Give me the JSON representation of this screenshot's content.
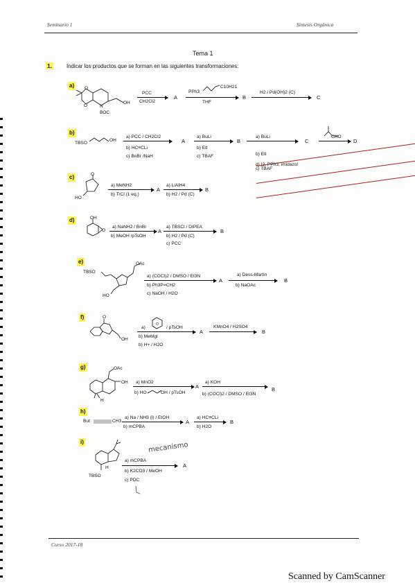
{
  "header": {
    "left": "Seminario 1",
    "right": "Síntesis Orgánica"
  },
  "topic": "Tema 1",
  "question": {
    "number": "1.",
    "text": "Indicar los productos que se forman en las siguientes transformaciones:"
  },
  "items": {
    "a": {
      "label": "a)",
      "atoms": {
        "boc": "BOC",
        "n": "N",
        "oh": "OH",
        "o1": "O",
        "o2": "O"
      },
      "s1": {
        "top": "PCC",
        "bottom": "CH2Cl2"
      },
      "l1": "A",
      "s2": {
        "top": "PPh3",
        "chain": "C10H21",
        "bottom": "THF"
      },
      "l2": "B",
      "s3": {
        "top": "H2 / Pd(OH)2 (C)"
      },
      "l3": "C"
    },
    "b": {
      "label": "b)",
      "start": "TBSO",
      "start_oh": "OH",
      "s1": [
        "a) PCC / CH2Cl2",
        "b) HC≡CLi",
        "c) BnBr /NaH"
      ],
      "l1": "A",
      "s2": [
        "a) BuLi",
        "b) EtI",
        "c) TBAF"
      ],
      "l2": "B",
      "s3": [
        "a) BuLi",
        "b) EtI",
        "c) TBAF",
        "d) I2, PPh3, imidazol"
      ],
      "l3": "C",
      "s4": "CHO",
      "l4": "D"
    },
    "c": {
      "label": "c)",
      "atoms": {
        "o": "O",
        "ho": "HO"
      },
      "s1": {
        "top": "a) MeNH2",
        "bottom": "b) TrCl (1 eq.)"
      },
      "l1": "A",
      "s2": {
        "top": "a) LiAlH4",
        "bottom": "b) H2 / Pd (C)"
      },
      "l2": "B"
    },
    "d": {
      "label": "d)",
      "atoms": {
        "oh": "OH",
        "o": "O"
      },
      "s1": {
        "top": "a) NaNH2 / BnBr",
        "bottom": "b) MeOH /pTsOH"
      },
      "l1": "A",
      "s2": [
        "a) TBSCl / DIPEA",
        "b) H2 / Pd (C)",
        "c) PCC"
      ],
      "l2": "B"
    },
    "e": {
      "label": "e)",
      "atoms": {
        "tbso": "TBSO",
        "oac": "OAc",
        "ho": "HO"
      },
      "s1": [
        "a) (COCl)2 / DMSO / Et3N",
        "b) Ph3P=CH2",
        "c) NaOH / H2O"
      ],
      "l1": "A",
      "s2": {
        "top": "a) Dess-Martin",
        "bottom": "b) NaOAc"
      },
      "l2": "B"
    },
    "f": {
      "label": "f)",
      "atoms": {
        "o": "O",
        "oh": "OH"
      },
      "s1": [
        "a)",
        "/ pTsOH",
        "b) MeMgI",
        "b) H+ / H2O"
      ],
      "l1": "A",
      "s2": {
        "top": "KMnO4 / H2SO4"
      },
      "l2": "B"
    },
    "g": {
      "label": "g)",
      "atoms": {
        "oac": "OAc",
        "oh": "OH",
        "h": "H"
      },
      "s1": {
        "top": "a) MnO2",
        "bottom": "b) HO",
        "bottom2": "OH / pTsOH"
      },
      "l1": "A",
      "s2": {
        "top": "a) KOH",
        "bottom": "b) (COCl)2 / DMSO / Et3N"
      },
      "l2": "B"
    },
    "h": {
      "label": "h)",
      "start": "But",
      "start_end": "CH3",
      "s1": {
        "top": "a) Na / NH3 (l) / EtOH",
        "bottom": "b) mCPBA"
      },
      "l1": "A",
      "s2": {
        "top": "a) HC≡CLi",
        "bottom": "b) H2O"
      },
      "l2": "B"
    },
    "i": {
      "label": "i)",
      "note": "mecanismo",
      "atoms": {
        "tbso": "TBSO",
        "h": "H"
      },
      "s1": [
        "a) mCPBA",
        "b) K2CO3 / MeOH",
        "c) PDC"
      ],
      "l1": "A"
    }
  },
  "footer": {
    "course": "Curso 2017-18",
    "scanner": "Scanned by CamScanner"
  },
  "colors": {
    "highlight": "#fff35a",
    "ink": "#151515",
    "red": "#b01b1b"
  }
}
